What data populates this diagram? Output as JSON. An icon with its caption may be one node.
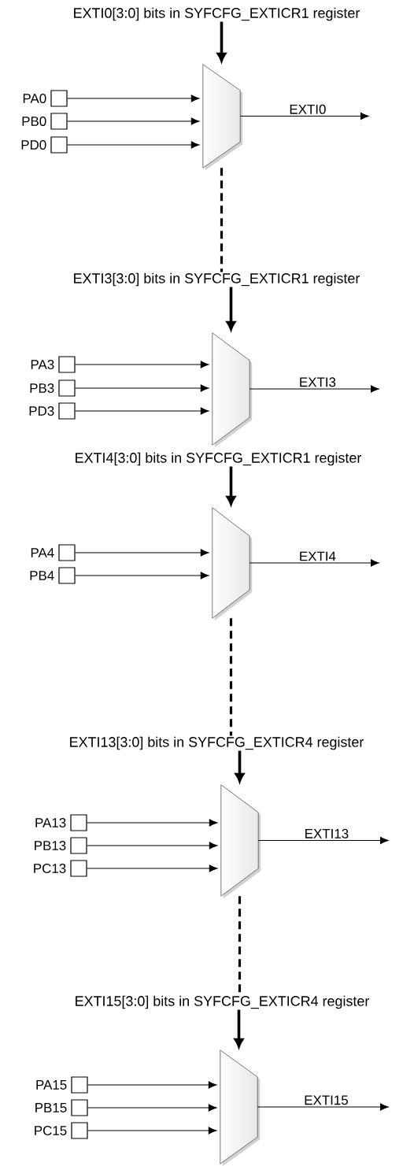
{
  "diagram": {
    "nodes": [
      {
        "text": [
          "EXTI0[3:0] bits in SYFCFG_EXTICR1 register"
        ]
      },
      {
        "text": [],
        "shape": "box",
        "beside": [
          "PA0"
        ]
      },
      {
        "text": [],
        "shape": "box",
        "beside": [
          "PB0"
        ]
      },
      {
        "text": [],
        "shape": "box",
        "beside": [
          "PD0"
        ]
      },
      {
        "text": [],
        "shape": "trapezoid"
      },
      {
        "text": [
          "EXTI3[3:0] bits in SYFCFG_EXTICR1 register"
        ]
      },
      {
        "text": [],
        "shape": "box",
        "beside": [
          "PA3"
        ]
      },
      {
        "text": [],
        "shape": "box",
        "beside": [
          "PB3"
        ]
      },
      {
        "text": [],
        "shape": "box",
        "beside": [
          "PD3"
        ]
      },
      {
        "text": [],
        "shape": "trapezoid"
      },
      {
        "text": [
          "EXTI4[3:0] bits in SYFCFG_EXTICR1 register"
        ]
      },
      {
        "text": [],
        "shape": "box",
        "beside": [
          "PA4"
        ]
      },
      {
        "text": [],
        "shape": "box",
        "beside": [
          "PB4"
        ]
      },
      {
        "text": [],
        "shape": "trapezoid"
      },
      {
        "text": [
          "EXTI13[3:0] bits in SYFCFG_EXTICR4 register"
        ]
      },
      {
        "text": [],
        "shape": "box",
        "beside": [
          "PA13"
        ]
      },
      {
        "text": [],
        "shape": "box",
        "beside": [
          "PB13"
        ]
      },
      {
        "text": [],
        "shape": "box",
        "beside": [
          "PC13"
        ]
      },
      {
        "text": [],
        "shape": "trapezoid"
      },
      {
        "text": [
          "EXTI15[3:0] bits in SYFCFG_EXTICR4 register"
        ]
      },
      {
        "text": [],
        "shape": "box",
        "beside": [
          "PA15"
        ]
      },
      {
        "text": [],
        "shape": "box",
        "beside": [
          "PB15"
        ]
      },
      {
        "text": [],
        "shape": "box",
        "beside": [
          "PC15"
        ]
      },
      {
        "text": [],
        "shape": "trapezoid"
      }
    ],
    "edges": [
      {
        "from": 0,
        "to": 4,
        "arrow": "to",
        "style": "thick"
      },
      {
        "from": 1,
        "to": 4,
        "arrow": "to"
      },
      {
        "from": 2,
        "to": 4,
        "arrow": "to"
      },
      {
        "from": 3,
        "to": 4,
        "arrow": "to"
      },
      {
        "from": 4,
        "to": null,
        "arrow": "to",
        "label": "EXTI0"
      },
      {
        "from": 4,
        "to": 5,
        "arrow": "none",
        "style": "dashed"
      },
      {
        "from": 5,
        "to": 9,
        "arrow": "to",
        "style": "thick"
      },
      {
        "from": 6,
        "to": 9,
        "arrow": "to"
      },
      {
        "from": 7,
        "to": 9,
        "arrow": "to"
      },
      {
        "from": 8,
        "to": 9,
        "arrow": "to"
      },
      {
        "from": 9,
        "to": null,
        "arrow": "to",
        "label": "EXTI3"
      },
      {
        "from": 10,
        "to": 13,
        "arrow": "to",
        "style": "thick"
      },
      {
        "from": 11,
        "to": 13,
        "arrow": "to"
      },
      {
        "from": 12,
        "to": 13,
        "arrow": "to"
      },
      {
        "from": 13,
        "to": null,
        "arrow": "to",
        "label": "EXTI4"
      },
      {
        "from": 13,
        "to": 14,
        "arrow": "none",
        "style": "dashed"
      },
      {
        "from": 14,
        "to": 18,
        "arrow": "to",
        "style": "thick"
      },
      {
        "from": 15,
        "to": 18,
        "arrow": "to"
      },
      {
        "from": 16,
        "to": 18,
        "arrow": "to"
      },
      {
        "from": 17,
        "to": 18,
        "arrow": "to"
      },
      {
        "from": 18,
        "to": null,
        "arrow": "to",
        "label": "EXTI13"
      },
      {
        "from": 18,
        "to": 19,
        "arrow": "none",
        "style": "dashed"
      },
      {
        "from": 19,
        "to": 23,
        "arrow": "to",
        "style": "thick"
      },
      {
        "from": 20,
        "to": 23,
        "arrow": "to"
      },
      {
        "from": 21,
        "to": 23,
        "arrow": "to"
      },
      {
        "from": 22,
        "to": 23,
        "arrow": "to"
      },
      {
        "from": 23,
        "to": null,
        "arrow": "to",
        "label": "EXTI15"
      }
    ]
  }
}
